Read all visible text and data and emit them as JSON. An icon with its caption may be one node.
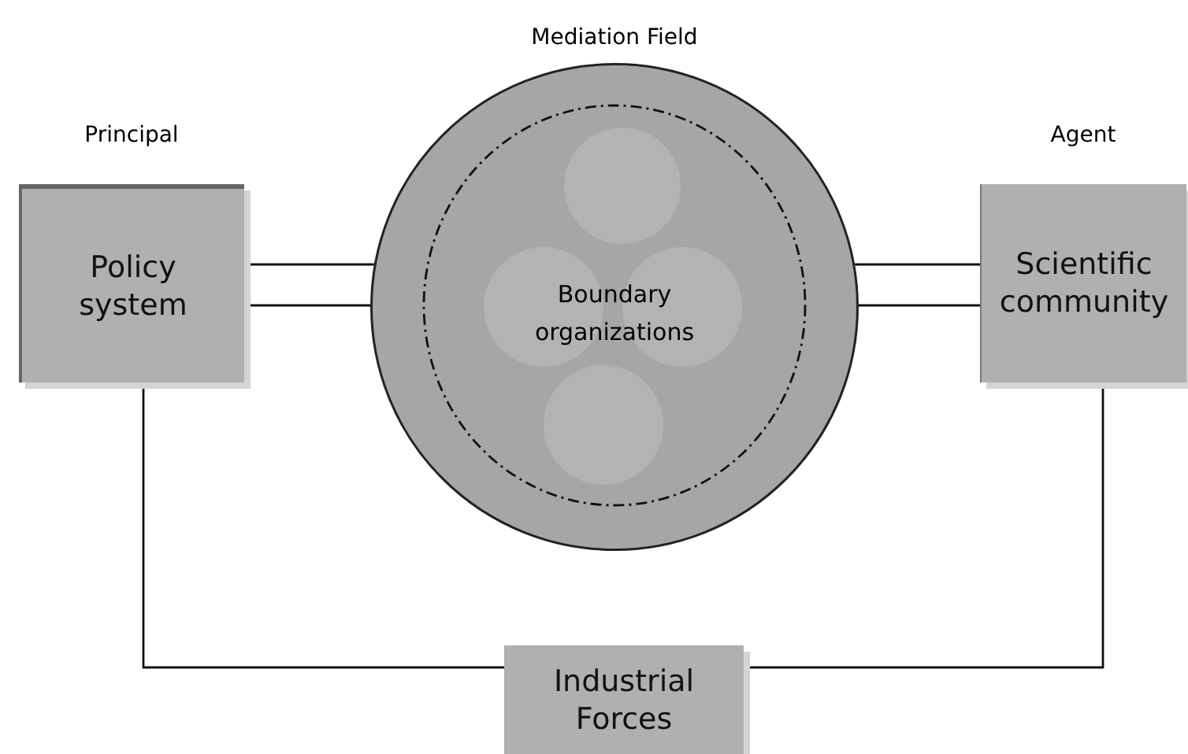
{
  "diagram": {
    "title": "Mediation Field",
    "nodes": [
      {
        "text": [
          "Principal",
          "Policy system"
        ]
      },
      {
        "text": [
          "Boundary organizations"
        ]
      },
      {
        "text": [],
        "shape": "circle",
        "in": 1
      },
      {
        "text": [],
        "shape": "circle",
        "in": 1
      },
      {
        "text": [],
        "shape": "circle",
        "in": 1
      },
      {
        "text": [],
        "shape": "circle",
        "in": 1
      },
      {
        "text": [
          "Agent",
          "Scientific community"
        ]
      },
      {
        "text": [
          "Industrial Forces"
        ]
      }
    ],
    "edges": [
      {
        "from": 0,
        "to": 1,
        "arrow": "none"
      },
      {
        "from": 0,
        "to": 1,
        "arrow": "none"
      },
      {
        "from": 1,
        "to": 6,
        "arrow": "none"
      },
      {
        "from": 1,
        "to": 6,
        "arrow": "none"
      },
      {
        "from": 0,
        "to": 7,
        "arrow": "none"
      },
      {
        "from": 6,
        "to": 7,
        "arrow": "none"
      }
    ]
  }
}
